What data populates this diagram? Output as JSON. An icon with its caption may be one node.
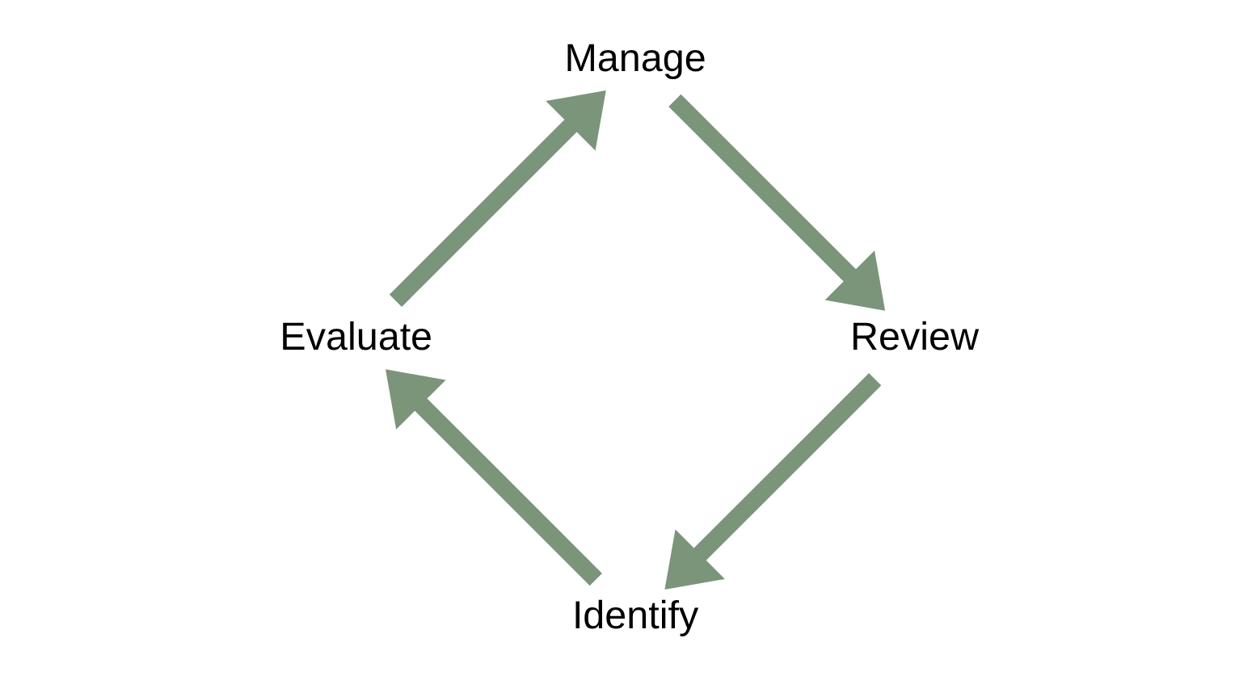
{
  "diagram": {
    "nodes": [
      {
        "text": [
          "Identify"
        ]
      },
      {
        "text": [
          "Evaluate"
        ]
      },
      {
        "text": [
          "Manage"
        ]
      },
      {
        "text": [
          "Review"
        ]
      }
    ],
    "edges": [
      {
        "from": 0,
        "to": 1,
        "arrow": "to"
      },
      {
        "from": 1,
        "to": 2,
        "arrow": "to"
      },
      {
        "from": 2,
        "to": 3,
        "arrow": "to"
      },
      {
        "from": 3,
        "to": 0,
        "arrow": "to"
      }
    ]
  }
}
